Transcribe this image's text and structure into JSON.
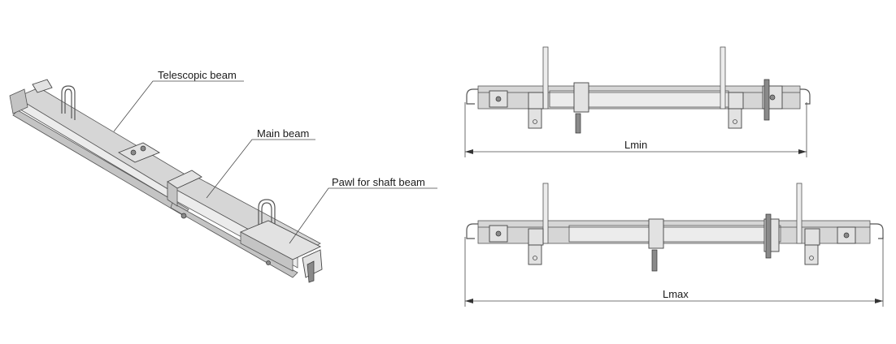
{
  "labels": {
    "telescopic_beam": "Telescopic beam",
    "main_beam": "Main beam",
    "pawl": "Pawl for shaft beam"
  },
  "dimensions": {
    "min": "Lmin",
    "max": "Lmax"
  },
  "colors": {
    "steel_light": "#ececec",
    "steel_mid": "#d6d6d6",
    "steel_dark": "#c4c4c4",
    "line": "#4a4a4a"
  }
}
